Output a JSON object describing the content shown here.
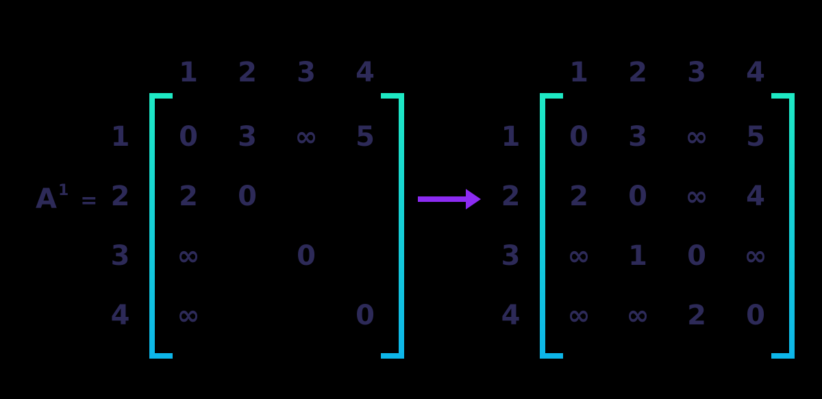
{
  "colors": {
    "background": "#000000",
    "ink": "#2d2a58",
    "bracket_top": "#1ee9c4",
    "bracket_bottom": "#0db6e9",
    "arrow": "#8c2bf2"
  },
  "label": {
    "base": "A",
    "superscript": "1",
    "equals": "="
  },
  "arrow": {
    "icon": "arrow-right-icon"
  },
  "matrices": [
    {
      "col_headers": [
        "1",
        "2",
        "3",
        "4"
      ],
      "row_headers": [
        "1",
        "2",
        "3",
        "4"
      ],
      "rows": [
        [
          "0",
          "3",
          "∞",
          "5"
        ],
        [
          "2",
          "0",
          "",
          ""
        ],
        [
          "∞",
          "",
          "0",
          ""
        ],
        [
          "∞",
          "",
          "",
          "0"
        ]
      ]
    },
    {
      "col_headers": [
        "1",
        "2",
        "3",
        "4"
      ],
      "row_headers": [
        "1",
        "2",
        "3",
        "4"
      ],
      "rows": [
        [
          "0",
          "3",
          "∞",
          "5"
        ],
        [
          "2",
          "0",
          "∞",
          "4"
        ],
        [
          "∞",
          "1",
          "0",
          "∞"
        ],
        [
          "∞",
          "∞",
          "2",
          "0"
        ]
      ]
    }
  ]
}
